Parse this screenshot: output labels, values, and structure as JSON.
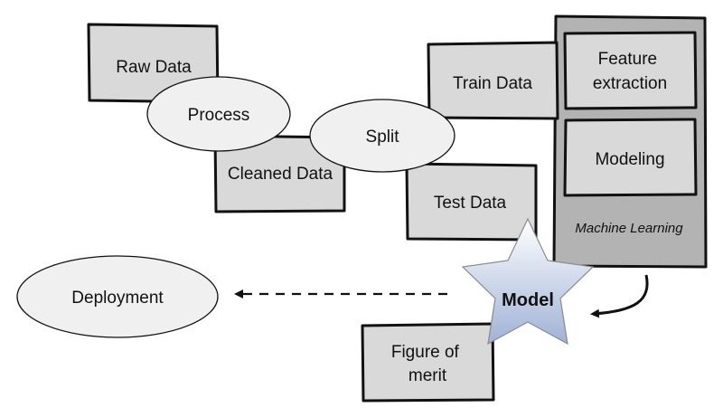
{
  "nodes": {
    "raw_data": "Raw Data",
    "process": "Process",
    "cleaned_data": "Cleaned Data",
    "split": "Split",
    "train_data": "Train Data",
    "test_data": "Test Data",
    "feature_extraction": [
      "Feature",
      "extraction"
    ],
    "modeling": "Modeling",
    "machine_learning": "Machine Learning",
    "model": "Model",
    "deployment": "Deployment",
    "figure_of_merit": [
      "Figure of",
      "merit"
    ]
  },
  "colors": {
    "box_fill": "#d9d9d9",
    "panel_fill": "#b3b3b3",
    "ellipse_fill": "#f0f0f0",
    "star_top": "#ffffff",
    "star_bottom": "#9fb2d6",
    "stroke": "#111111"
  }
}
